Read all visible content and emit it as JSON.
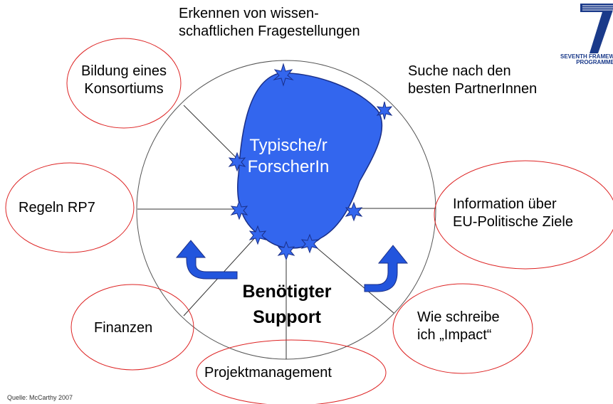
{
  "top_label": {
    "line1": "Erkennen von wissen-",
    "line2": "schaftlichen Fragestellungen"
  },
  "partner_label": {
    "line1": "Suche nach den",
    "line2": "besten PartnerInnen"
  },
  "center_blob": {
    "line1": "Typische/r",
    "line2": "ForscherIn"
  },
  "support": {
    "line1": "Benötigter",
    "line2": "Support"
  },
  "oval_konsortium": {
    "line1": "Bildung eines",
    "line2": "Konsortiums"
  },
  "oval_regeln": {
    "line1": "Regeln RP7"
  },
  "oval_information": {
    "line1": "Information über",
    "line2": "EU-Politische Ziele"
  },
  "oval_finanzen": {
    "line1": "Finanzen"
  },
  "oval_impact": {
    "line1": "Wie schreibe",
    "line2": "ich „Impact“"
  },
  "oval_projekt": {
    "line1": "Projektmanagement"
  },
  "source": "Quelle: McCarthy 2007",
  "logo": {
    "line1": "SEVENTH FRAMEW",
    "line2": "PROGRAMME"
  },
  "colors": {
    "blob": "#3366ee",
    "arrow": "#2255dd",
    "oval": "#dd2222",
    "circle": "#555555",
    "logo": "#1a3a8a"
  }
}
